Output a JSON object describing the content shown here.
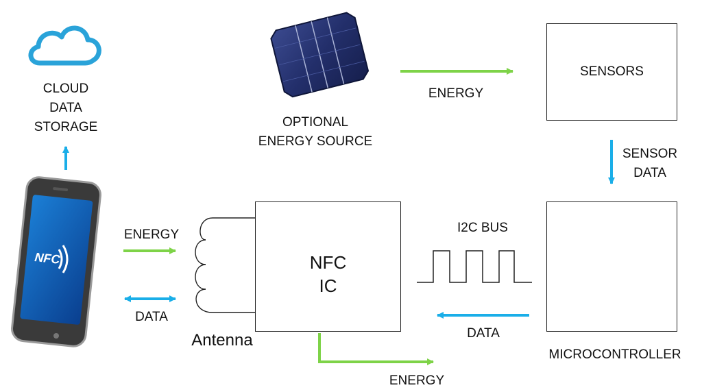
{
  "colors": {
    "energy_arrow": "#7ed348",
    "data_arrow": "#1aaee8",
    "cloud": "#2aa3d9",
    "box_border": "#222222"
  },
  "icons": {
    "cloud": "cloud-icon",
    "phone": "smartphone-icon",
    "solar": "solar-cell-icon",
    "chip": "microcontroller-chip-icon",
    "antenna": "antenna-coil-icon",
    "signal": "i2c-square-wave-icon"
  },
  "cloud": {
    "line1": "CLOUD",
    "line2": "DATA",
    "line3": "STORAGE"
  },
  "phone": {
    "screen_text": "NFC"
  },
  "energy_source": {
    "line1": "OPTIONAL",
    "line2": "ENERGY SOURCE"
  },
  "sensors": {
    "label": "SENSORS"
  },
  "nfc_ic": {
    "line1": "NFC",
    "line2": "IC"
  },
  "microcontroller": {
    "label": "MICROCONTROLLER"
  },
  "antenna": {
    "label": "Antenna"
  },
  "labels": {
    "energy_top": "ENERGY",
    "sensor_data_1": "SENSOR",
    "sensor_data_2": "DATA",
    "energy_phone": "ENERGY",
    "data_phone": "DATA",
    "i2c_bus": "I2C BUS",
    "data_mcu": "DATA",
    "energy_bottom": "ENERGY"
  }
}
